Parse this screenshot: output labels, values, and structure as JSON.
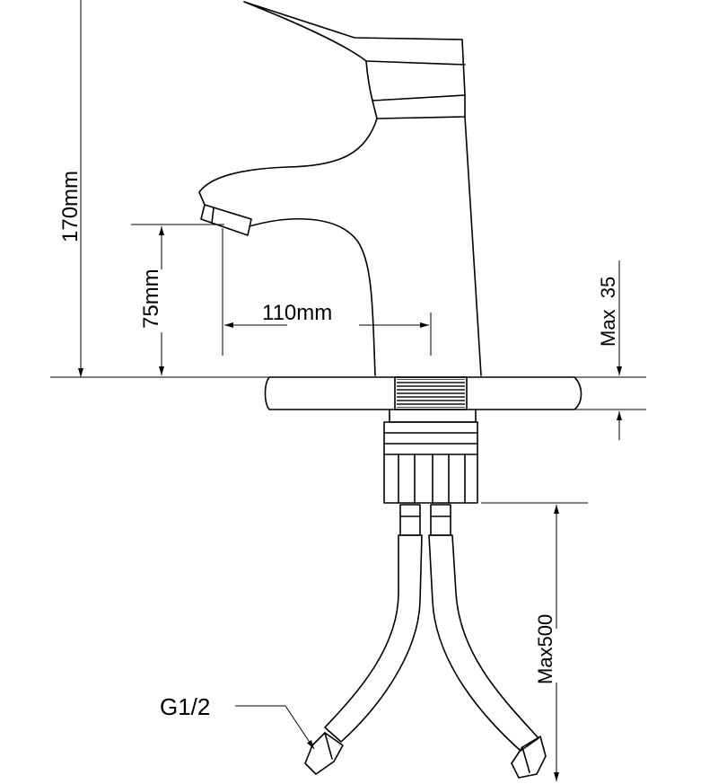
{
  "dimensions": {
    "height_total": "170mm",
    "spout_height": "75mm",
    "spout_reach": "110mm",
    "deck_thickness": "Max  35",
    "hose_length": "Max500"
  },
  "labels": {
    "thread": "G1/2"
  }
}
